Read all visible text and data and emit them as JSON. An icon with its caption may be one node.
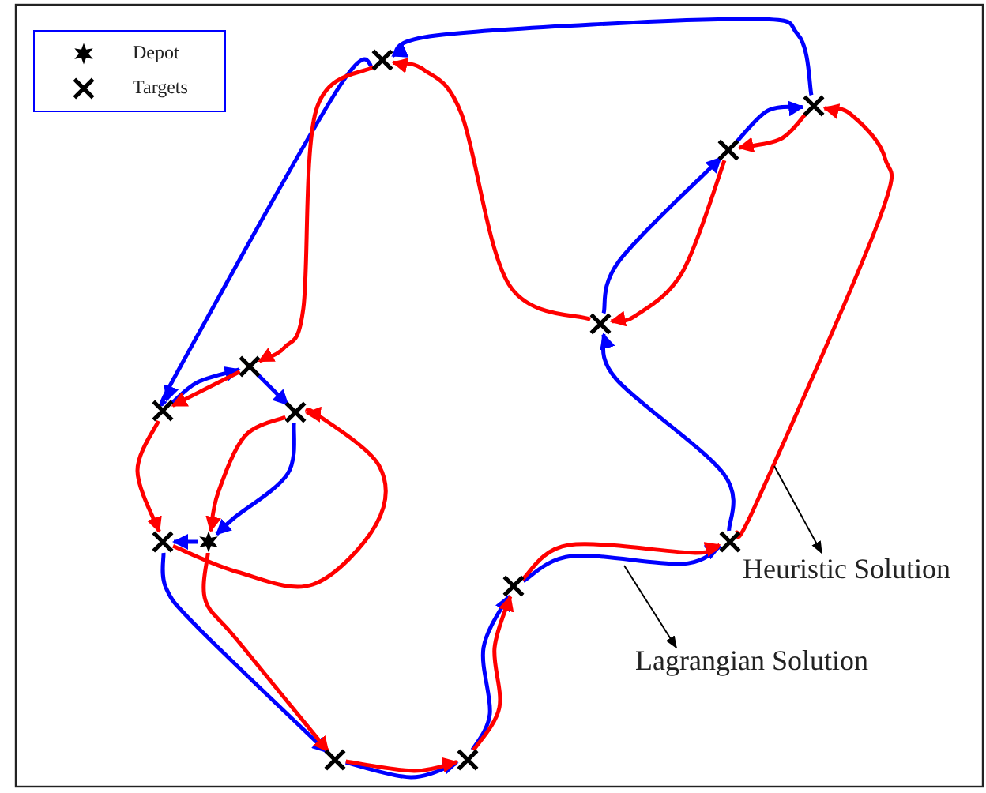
{
  "diagram": {
    "nodes": [
      {
        "text": [],
        "shape": "cross"
      },
      {
        "text": [],
        "shape": "cross"
      },
      {
        "text": [],
        "shape": "cross"
      },
      {
        "text": [],
        "shape": "cross"
      },
      {
        "text": [],
        "shape": "cross"
      },
      {
        "text": [],
        "shape": "cross"
      },
      {
        "text": [],
        "shape": "cross"
      },
      {
        "text": [],
        "shape": "cross"
      },
      {
        "text": [],
        "shape": "star"
      },
      {
        "text": [],
        "shape": "cross"
      },
      {
        "text": [],
        "shape": "cross"
      },
      {
        "text": [],
        "shape": "cross"
      },
      {
        "text": [],
        "shape": "cross"
      },
      {
        "text": [
          "Heuristic Solution"
        ]
      },
      {
        "text": [
          "Lagrangian Solution"
        ]
      }
    ],
    "edges": [
      {
        "from": 8,
        "to": 7,
        "arrow": "to",
        "color": "#0000ff"
      },
      {
        "from": 7,
        "to": 11,
        "arrow": "to",
        "color": "#0000ff"
      },
      {
        "from": 11,
        "to": 12,
        "arrow": "to",
        "color": "#0000ff"
      },
      {
        "from": 12,
        "to": 10,
        "arrow": "to",
        "color": "#0000ff"
      },
      {
        "from": 10,
        "to": 9,
        "arrow": "to",
        "color": "#0000ff"
      },
      {
        "from": 9,
        "to": 3,
        "arrow": "to",
        "color": "#0000ff"
      },
      {
        "from": 3,
        "to": 2,
        "arrow": "to",
        "color": "#0000ff"
      },
      {
        "from": 2,
        "to": 1,
        "arrow": "to",
        "color": "#0000ff"
      },
      {
        "from": 1,
        "to": 0,
        "arrow": "to",
        "color": "#0000ff"
      },
      {
        "from": 0,
        "to": 5,
        "arrow": "to",
        "color": "#0000ff"
      },
      {
        "from": 5,
        "to": 4,
        "arrow": "to",
        "color": "#0000ff"
      },
      {
        "from": 4,
        "to": 6,
        "arrow": "to",
        "color": "#0000ff"
      },
      {
        "from": 6,
        "to": 8,
        "arrow": "to",
        "color": "#0000ff"
      },
      {
        "from": 8,
        "to": 11,
        "arrow": "to",
        "color": "#ff0000"
      },
      {
        "from": 11,
        "to": 12,
        "arrow": "to",
        "color": "#ff0000"
      },
      {
        "from": 12,
        "to": 10,
        "arrow": "to",
        "color": "#ff0000"
      },
      {
        "from": 10,
        "to": 9,
        "arrow": "to",
        "color": "#ff0000"
      },
      {
        "from": 9,
        "to": 1,
        "arrow": "to",
        "color": "#ff0000"
      },
      {
        "from": 1,
        "to": 2,
        "arrow": "to",
        "color": "#ff0000"
      },
      {
        "from": 2,
        "to": 3,
        "arrow": "to",
        "color": "#ff0000"
      },
      {
        "from": 3,
        "to": 0,
        "arrow": "to",
        "color": "#ff0000"
      },
      {
        "from": 0,
        "to": 4,
        "arrow": "to",
        "color": "#ff0000"
      },
      {
        "from": 4,
        "to": 5,
        "arrow": "to",
        "color": "#ff0000"
      },
      {
        "from": 5,
        "to": 7,
        "arrow": "to",
        "color": "#ff0000"
      },
      {
        "from": 7,
        "to": 6,
        "arrow": "to",
        "color": "#ff0000"
      },
      {
        "from": 6,
        "to": 8,
        "arrow": "to",
        "color": "#ff0000"
      },
      {
        "from": null,
        "to": 13,
        "arrow": "to",
        "color": "#000000"
      },
      {
        "from": null,
        "to": 14,
        "arrow": "to",
        "color": "#000000"
      }
    ],
    "legend": [
      {
        "text": "Depot"
      },
      {
        "text": "Targets"
      }
    ]
  }
}
